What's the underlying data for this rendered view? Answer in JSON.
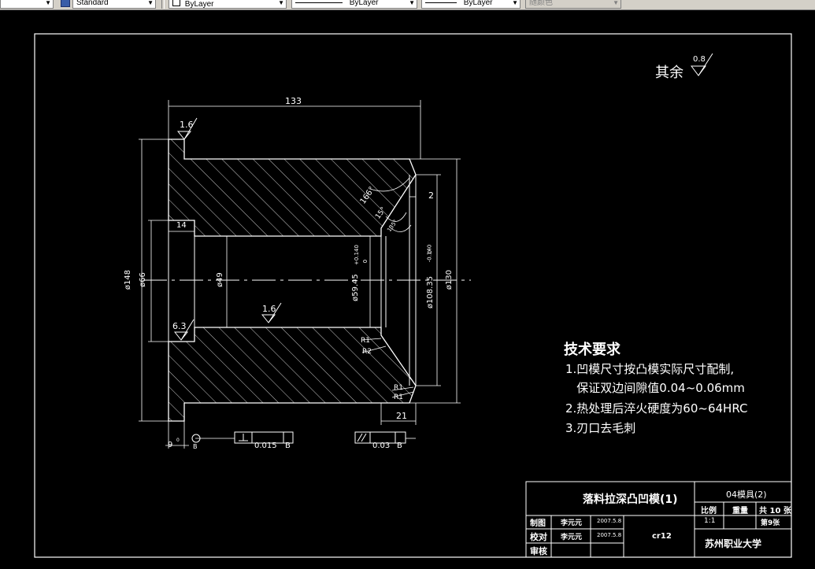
{
  "toolbar": {
    "text_style": "Standard",
    "layer_color": "ByLayer",
    "linetype": "ByLayer",
    "lineweight": "ByLayer",
    "plot_style": "随颜色"
  },
  "drawing": {
    "other_roughness_label": "其余",
    "other_roughness_value": "0.8",
    "dims": {
      "length_133": "133",
      "roughness_top": "1.6",
      "roughness_inner": "1.6",
      "roughness_left": "6.3",
      "dia_148": "ø148",
      "dia_66": "ø66",
      "dia_49": "ø49",
      "dia_59": "ø59.45",
      "dia_59_tol_upper": "+0.140",
      "dia_59_tol_lower": "0",
      "dia_108": "ø108.35",
      "dia_108_tol_upper": "0",
      "dia_108_tol_lower": "-0.140",
      "dia_130": "ø130",
      "len_14": "14",
      "len_2": "2",
      "len_21": "21",
      "angle_166": "166°",
      "angle_15": "15°",
      "angle_135": "135°",
      "r1_a": "R1",
      "r2": "R2",
      "r1_b": "R1",
      "r1_c": "R1",
      "width_9": "9",
      "width_9_tol": "0",
      "datum": "B",
      "gdt1_value": "0.015",
      "gdt1_datum": "B",
      "gdt2_value": "0.03",
      "gdt2_datum": "B"
    }
  },
  "tech_requirements": {
    "title": "技术要求",
    "items": [
      "1.凹模尺寸按凸模实际尺寸配制,",
      "   保证双边间隙值0.04~0.06mm",
      "2.热处理后淬火硬度为60~64HRC",
      "3.刃口去毛刺"
    ]
  },
  "title_block": {
    "part_name": "落料拉深凸凹模(1)",
    "drawing_no": "04模具(2)",
    "ratio_label": "比例",
    "weight_label": "重量",
    "total_sheets": "共 10 张",
    "ratio_value": "1:1",
    "sheet_no": "第9张",
    "drawn_label": "制图",
    "drawn_by": "李元元",
    "drawn_date": "2007.5.8",
    "checked_label": "校对",
    "checked_by": "李元元",
    "checked_date": "2007.5.8",
    "reviewed_label": "审核",
    "material": "cr12",
    "school": "苏州职业大学"
  }
}
